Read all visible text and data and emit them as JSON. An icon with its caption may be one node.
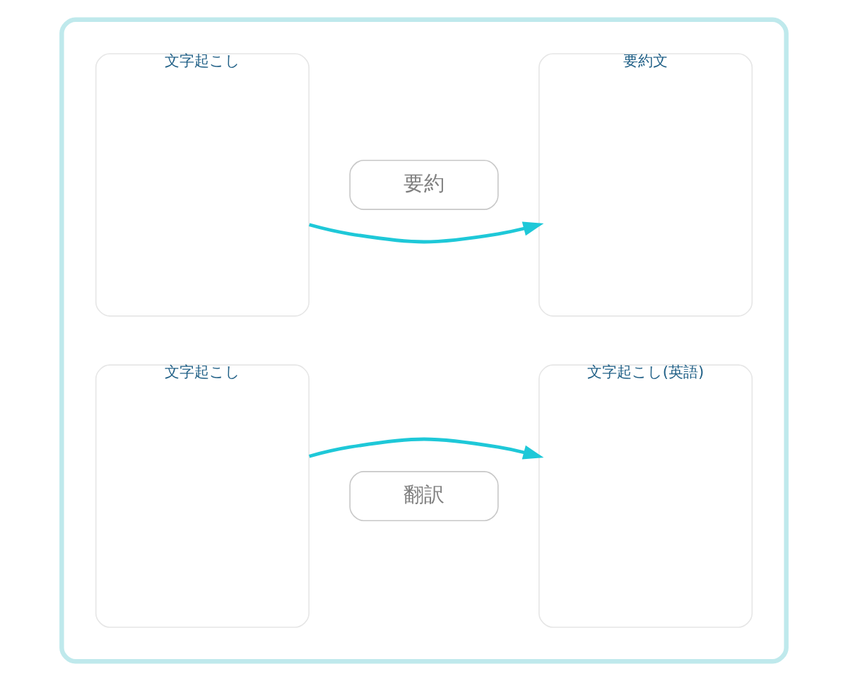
{
  "diagram": {
    "nodes": [
      {
        "text": [],
        "shape": "box"
      },
      {
        "text": [
          "文字起こし"
        ],
        "in": 0
      },
      {
        "text": [
          "翻訳"
        ],
        "in": 0
      },
      {
        "text": [
          "文字起こし(英語)"
        ],
        "in": 0
      },
      {
        "text": [
          "文字起こし"
        ],
        "in": 0
      },
      {
        "text": [
          "要約"
        ],
        "in": 0
      },
      {
        "text": [
          "要約文"
        ],
        "in": 0
      }
    ],
    "edges": [
      {
        "from": 1,
        "to": 3,
        "arrow": "to"
      },
      {
        "from": 4,
        "to": 6,
        "arrow": "to"
      }
    ]
  }
}
